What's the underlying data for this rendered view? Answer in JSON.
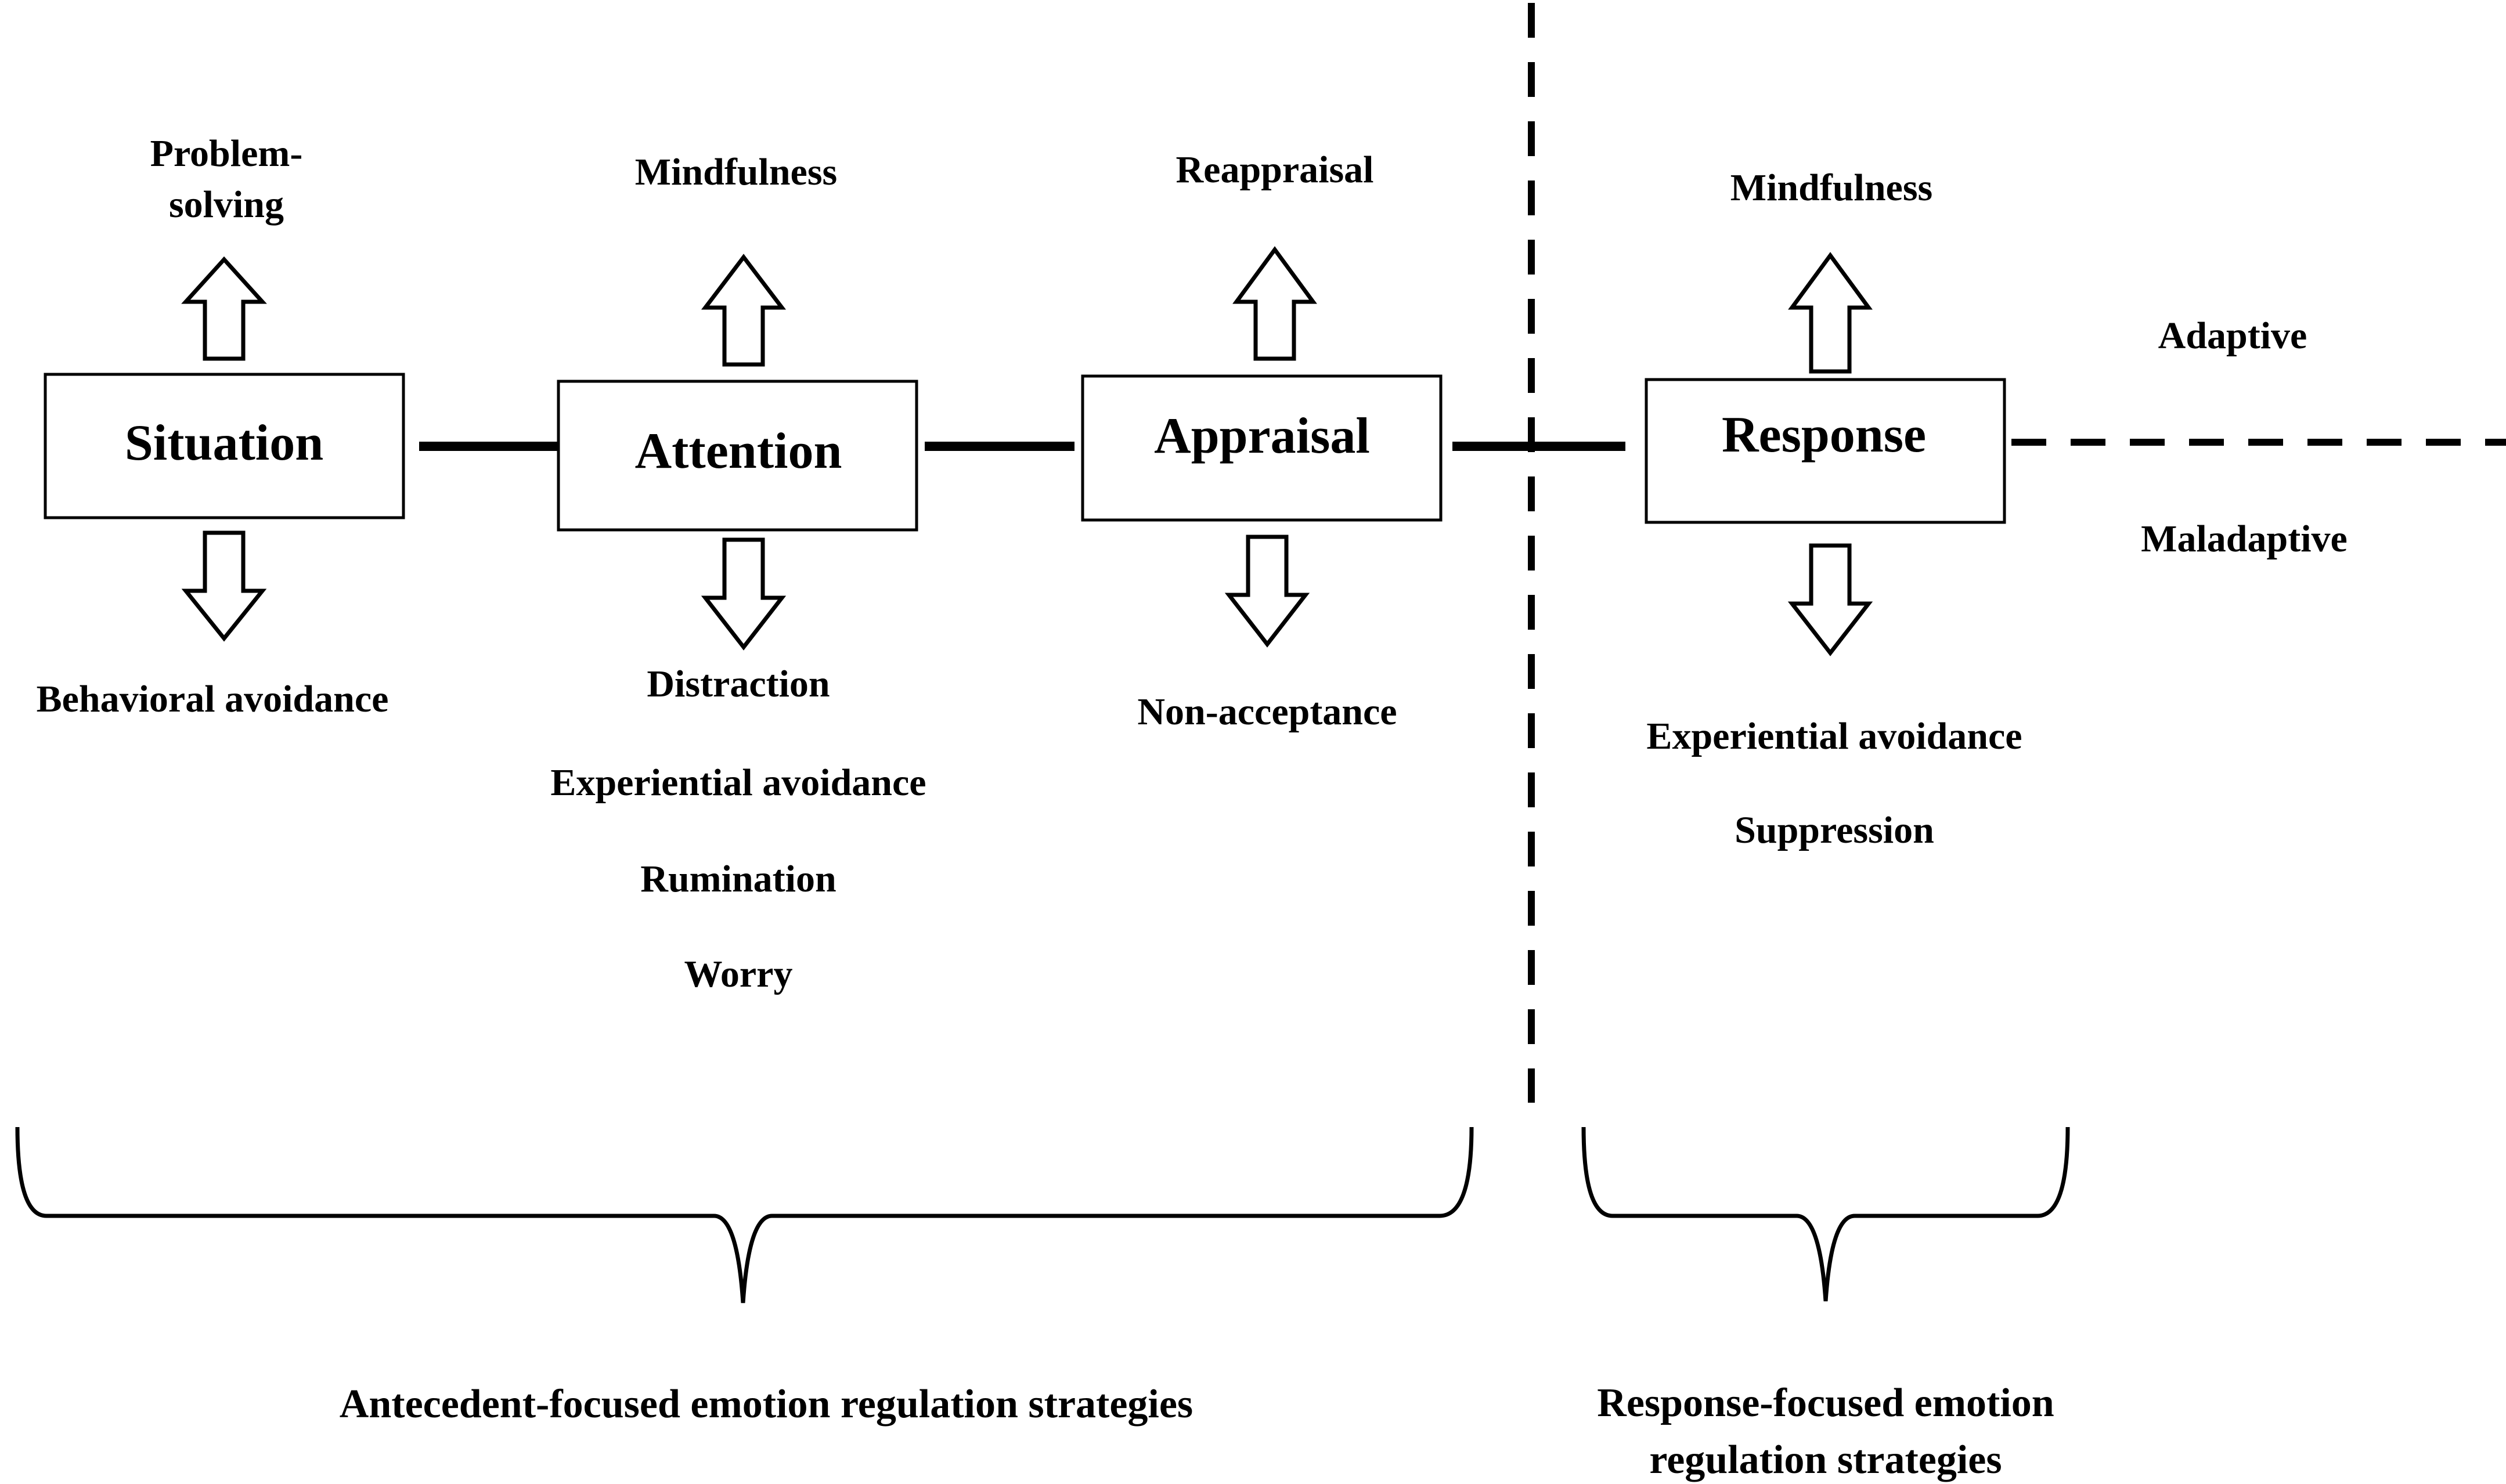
{
  "stages": [
    {
      "id": "situation",
      "label": "Situation",
      "adaptive": [
        "Problem-",
        "solving"
      ],
      "maladaptive": [
        "Behavioral avoidance"
      ]
    },
    {
      "id": "attention",
      "label": "Attention",
      "adaptive": [
        "Mindfulness"
      ],
      "maladaptive": [
        "Distraction",
        "Experiential avoidance",
        "Rumination",
        "Worry"
      ]
    },
    {
      "id": "appraisal",
      "label": "Appraisal",
      "adaptive": [
        "Reappraisal"
      ],
      "maladaptive": [
        "Non-acceptance"
      ]
    },
    {
      "id": "response",
      "label": "Response",
      "adaptive": [
        "Mindfulness"
      ],
      "maladaptive": [
        "Experiential avoidance",
        "Suppression"
      ]
    }
  ],
  "legend": {
    "adaptive": "Adaptive",
    "maladaptive": "Maladaptive"
  },
  "groups": {
    "antecedent": [
      "Antecedent-focused emotion regulation strategies"
    ],
    "response": [
      "Response-focused emotion",
      "regulation strategies"
    ]
  }
}
